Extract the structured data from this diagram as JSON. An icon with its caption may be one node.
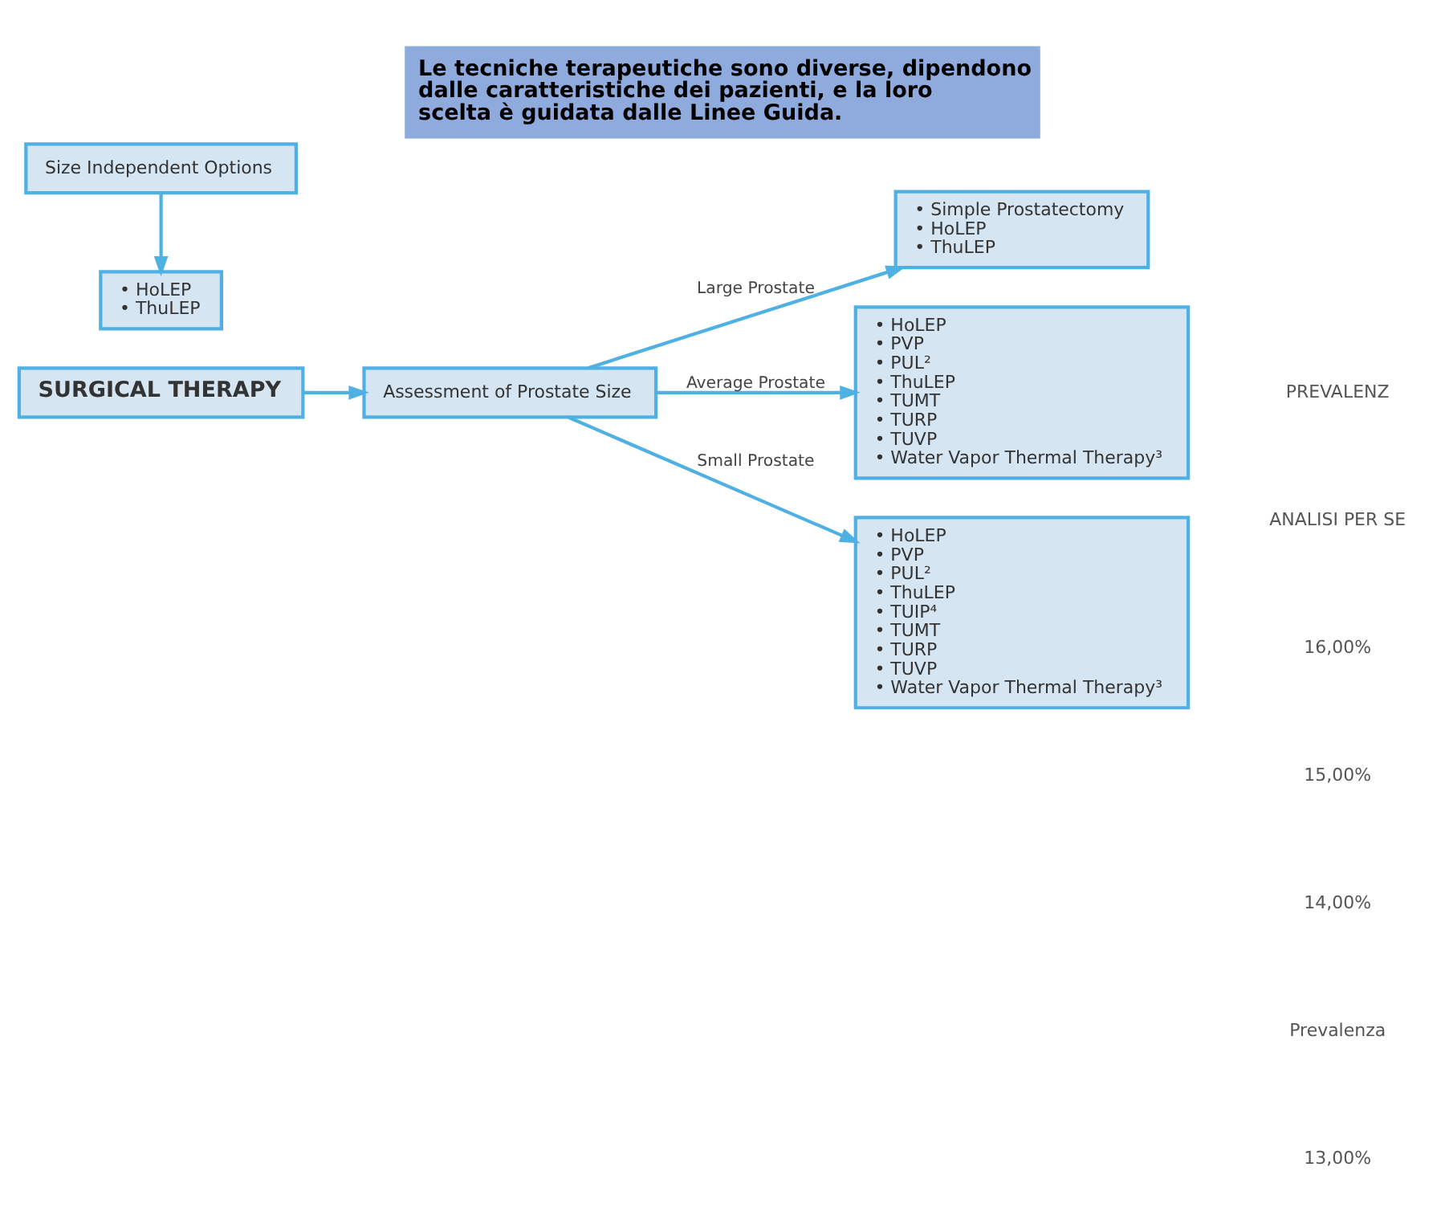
{
  "diagram": {
    "title": "Le tecniche terapeutiche sono diverse, dipendono dalle caratteristiche dei pazienti, e la loro scelta è guidata dalle Linee Guida.",
    "nodes": [
      {
        "text": [
          "SURGICAL THERAPY"
        ]
      },
      {
        "text": [
          "Assessment of Prostate Size"
        ]
      },
      {
        "text": [
          "• Simple Prostatectomy",
          "• HoLEP",
          "• ThuLEP"
        ]
      },
      {
        "text": [
          "• HoLEP",
          "• PVP",
          "• PUL²",
          "• ThuLEP",
          "• TUMT",
          "• TURP",
          "• TUVP",
          "• Water Vapor Thermal Therapy³"
        ]
      },
      {
        "text": [
          "Size Independent Options"
        ]
      },
      {
        "text": [
          "• HoLEP",
          "• ThuLEP"
        ]
      },
      {
        "text": [
          "• HoLEP",
          "• PVP",
          "• PUL²",
          "• ThuLEP",
          "• TUIP⁴",
          "• TUMT",
          "• TURP",
          "• TUVP",
          "• Water Vapor Thermal Therapy³"
        ]
      }
    ],
    "edges": [
      {
        "from": 0,
        "to": 1,
        "arrow": "to"
      },
      {
        "from": 1,
        "to": 2,
        "arrow": "to",
        "label": "Large Prostate"
      },
      {
        "from": 1,
        "to": 3,
        "arrow": "to",
        "label": "Average Prostate"
      },
      {
        "from": 1,
        "to": 6,
        "arrow": "to",
        "label": "Small Prostate"
      },
      {
        "from": 4,
        "to": 5,
        "arrow": "to"
      }
    ],
    "labels": [
      "PREVALENZ",
      "ANALISI PER SE",
      "16,00%",
      "15,00%",
      "14,00%",
      "Prevalenza",
      "13,00%"
    ]
  }
}
